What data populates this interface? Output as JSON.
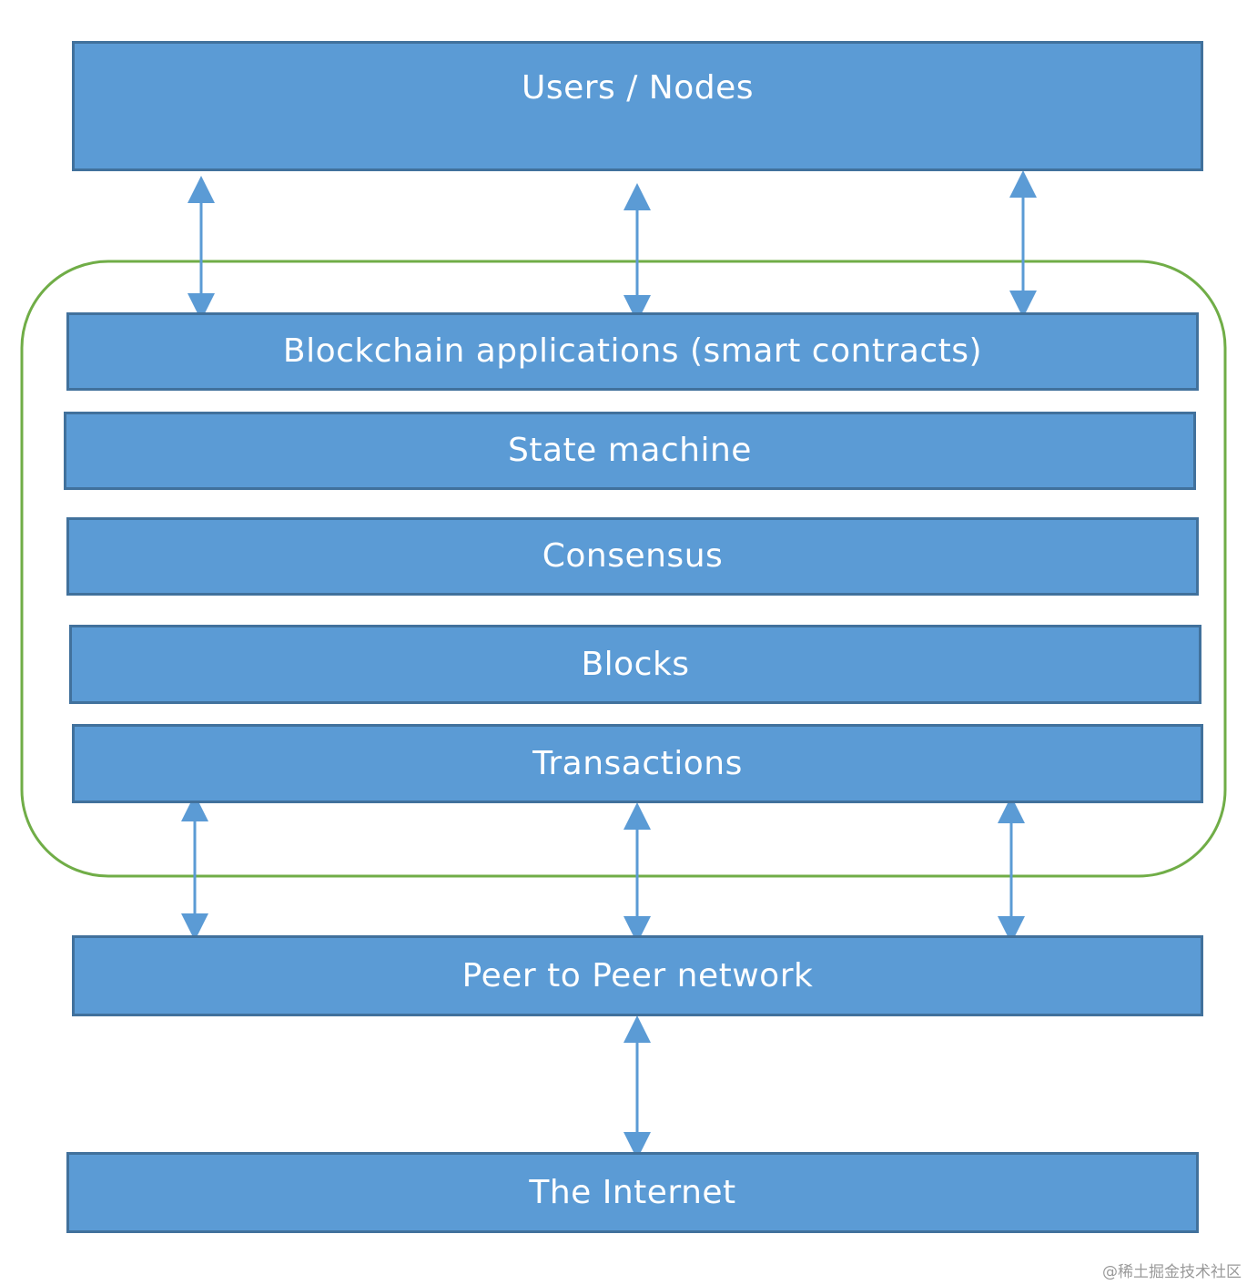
{
  "colors": {
    "box_fill": "#5b9bd5",
    "box_border": "#41719c",
    "box_text": "#ffffff",
    "container_outline": "#70ad47",
    "arrow": "#5b9bd5"
  },
  "layers": {
    "users_nodes": "Users / Nodes",
    "blockchain_applications": "Blockchain applications (smart contracts)",
    "state_machine": "State machine",
    "consensus": "Consensus",
    "blocks": "Blocks",
    "transactions": "Transactions",
    "peer_to_peer_network": "Peer to Peer network",
    "the_internet": "The Internet"
  },
  "watermark": "@稀土掘金技术社区",
  "icons": {
    "arrows": "double-headed-arrow-icon"
  }
}
